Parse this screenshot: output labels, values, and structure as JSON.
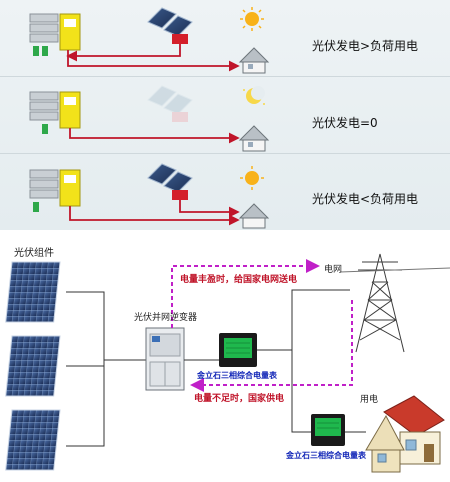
{
  "scenarios": [
    {
      "caption": "光伏发电>负荷用电",
      "sky": "sun",
      "pv_state": "active"
    },
    {
      "caption": "光伏发电=0",
      "sky": "moon",
      "pv_state": "inactive"
    },
    {
      "caption": "光伏发电<负荷用电",
      "sky": "sun",
      "pv_state": "active"
    }
  ],
  "system": {
    "pv_array_label": "光伏组件",
    "inverter_label": "光伏并网逆变器",
    "grid_label": "电网",
    "load_label": "用电",
    "surplus_flow_label": "电量丰盈时，给国家电网送电",
    "deficit_flow_label": "电量不足时，国家供电",
    "meter_label_1": "金立石三相综合电量表",
    "meter_label_2": "金立石三相综合电量表"
  },
  "colors": {
    "flow_red": "#c0152a",
    "flow_magenta": "#c020c8",
    "meter_blue": "#0a1fb5",
    "inverter_yellow": "#f2e21a"
  }
}
